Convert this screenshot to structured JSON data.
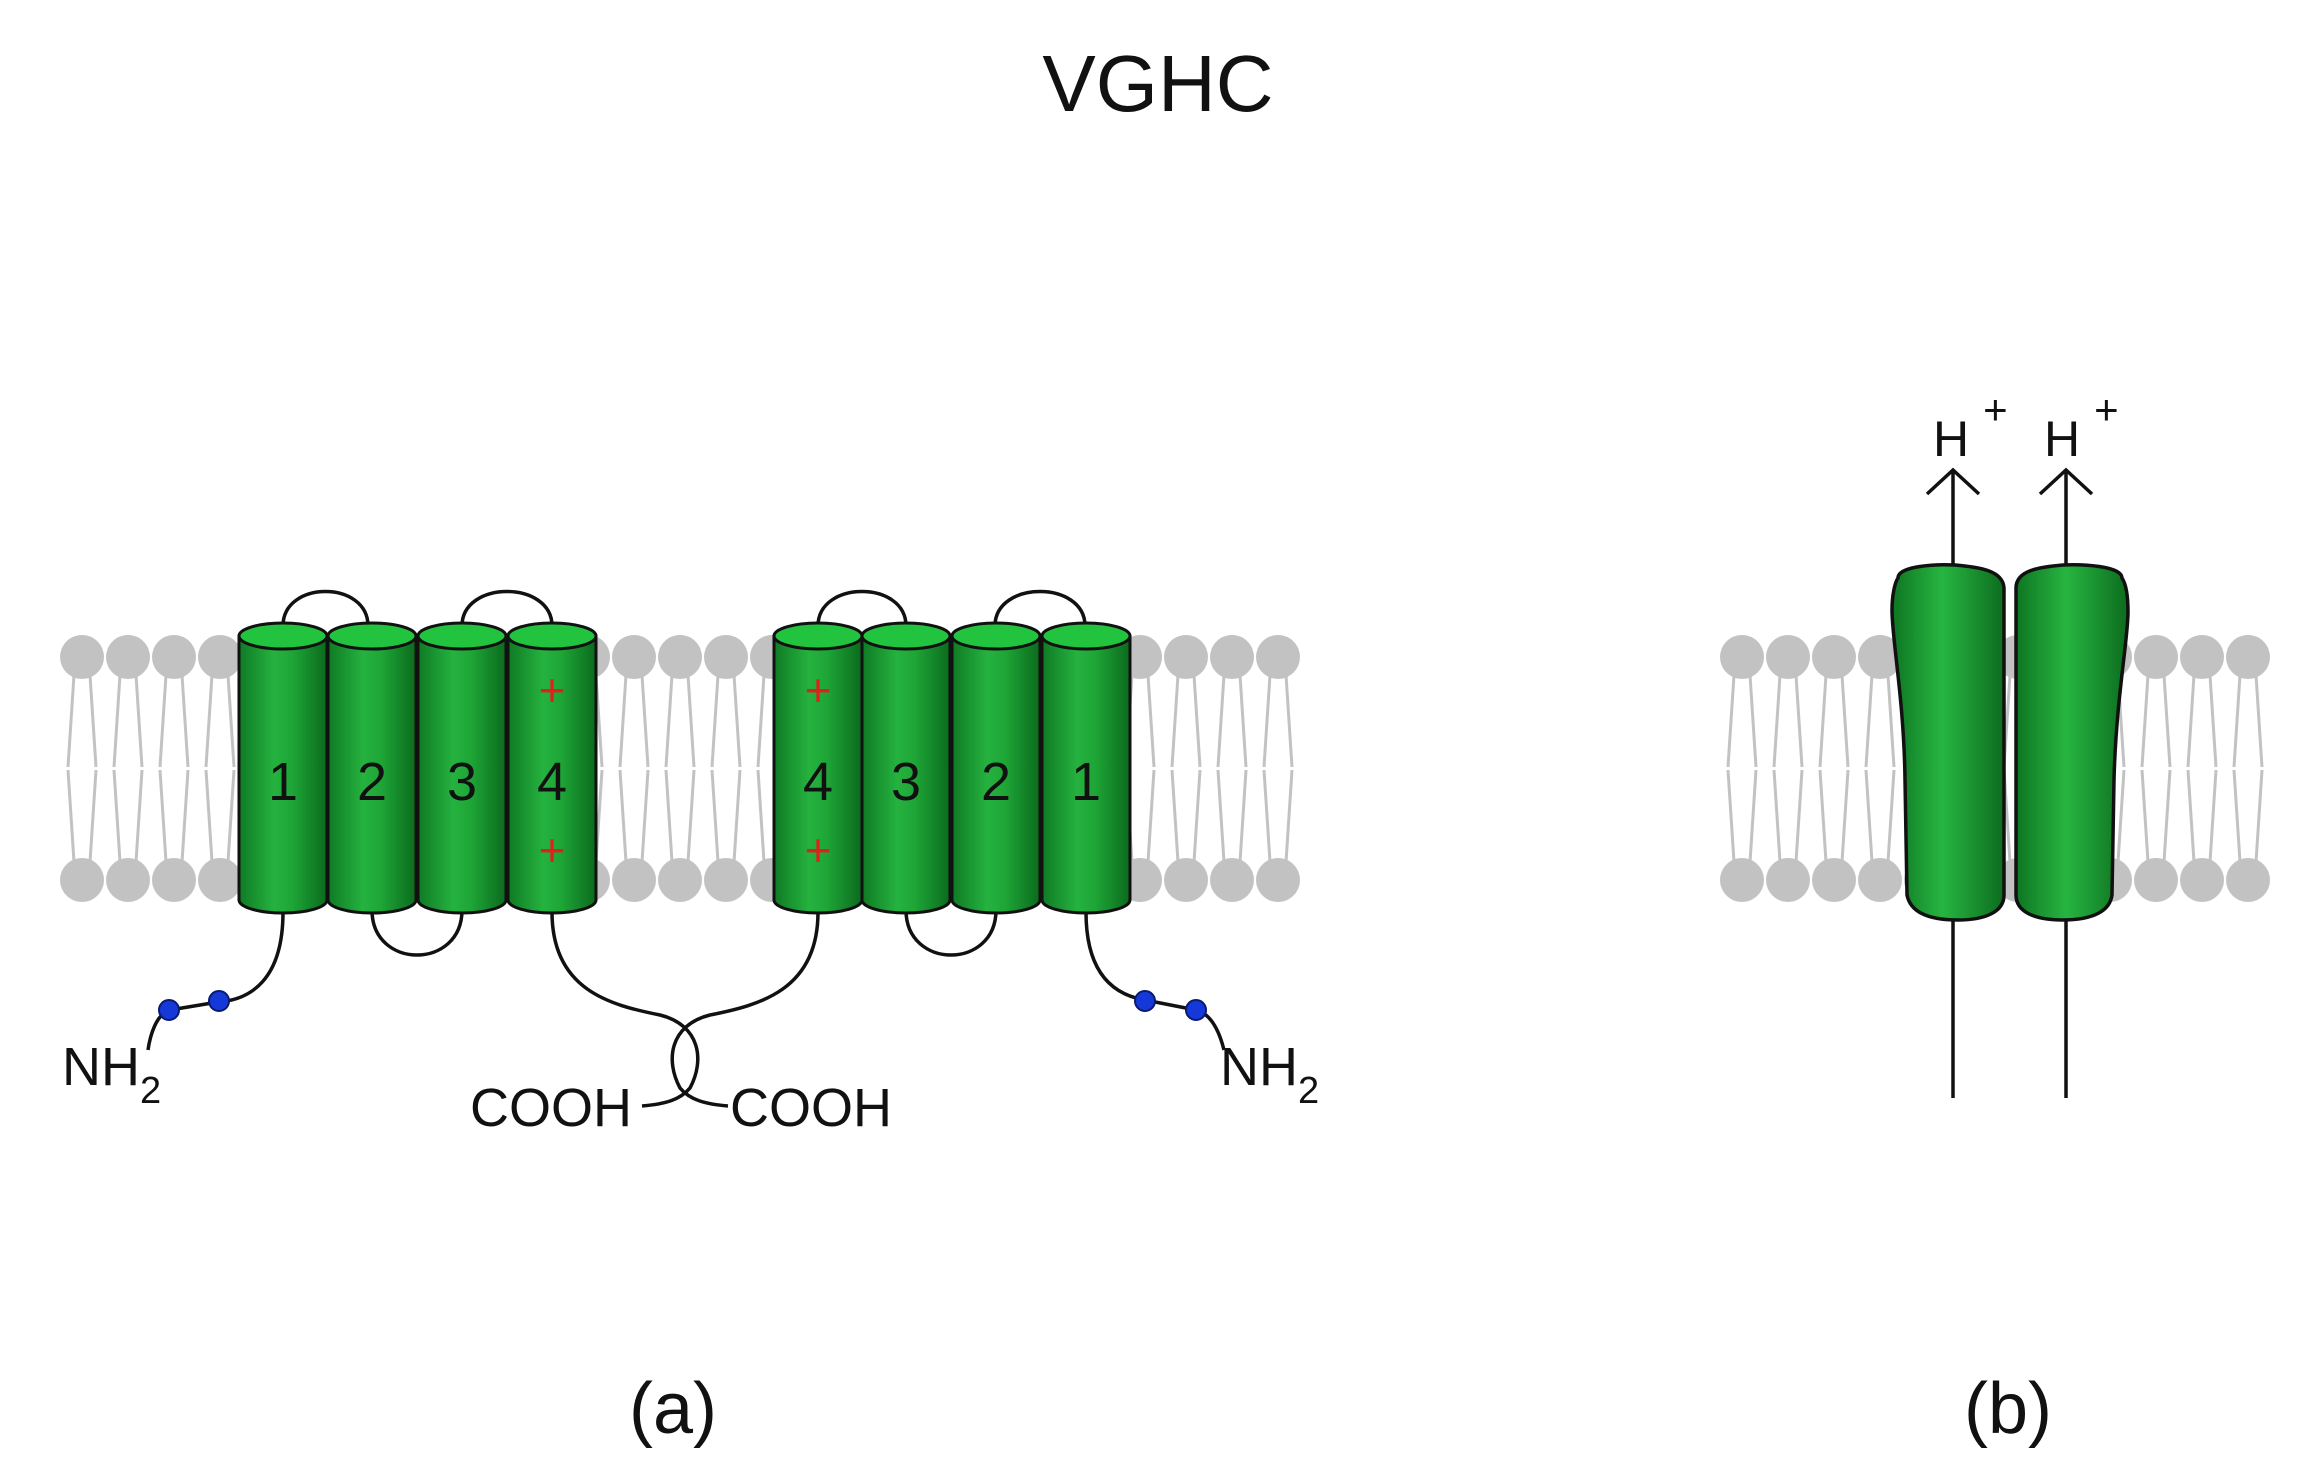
{
  "title": "VGHC",
  "panel_a": {
    "label": "(a)",
    "left_subunit": {
      "helices": [
        "1",
        "2",
        "3",
        "4"
      ],
      "s4_charges": [
        "+",
        "+"
      ],
      "n_terminus": {
        "main": "NH",
        "sub": "2"
      },
      "c_terminus": "COOH"
    },
    "right_subunit": {
      "helices": [
        "4",
        "3",
        "2",
        "1"
      ],
      "s4_charges": [
        "+",
        "+"
      ],
      "n_terminus": {
        "main": "NH",
        "sub": "2"
      },
      "c_terminus": "COOH"
    }
  },
  "panel_b": {
    "label": "(b)",
    "ion_left": {
      "main": "H",
      "sup": "+"
    },
    "ion_right": {
      "main": "H",
      "sup": "+"
    }
  },
  "colors": {
    "helix": "#1a9e32",
    "helix_top": "#22c43f",
    "lipid": "#c2c2c2",
    "phosphorylation_site": "#1538d8",
    "charge": "#e0201a",
    "outline": "#111111"
  }
}
